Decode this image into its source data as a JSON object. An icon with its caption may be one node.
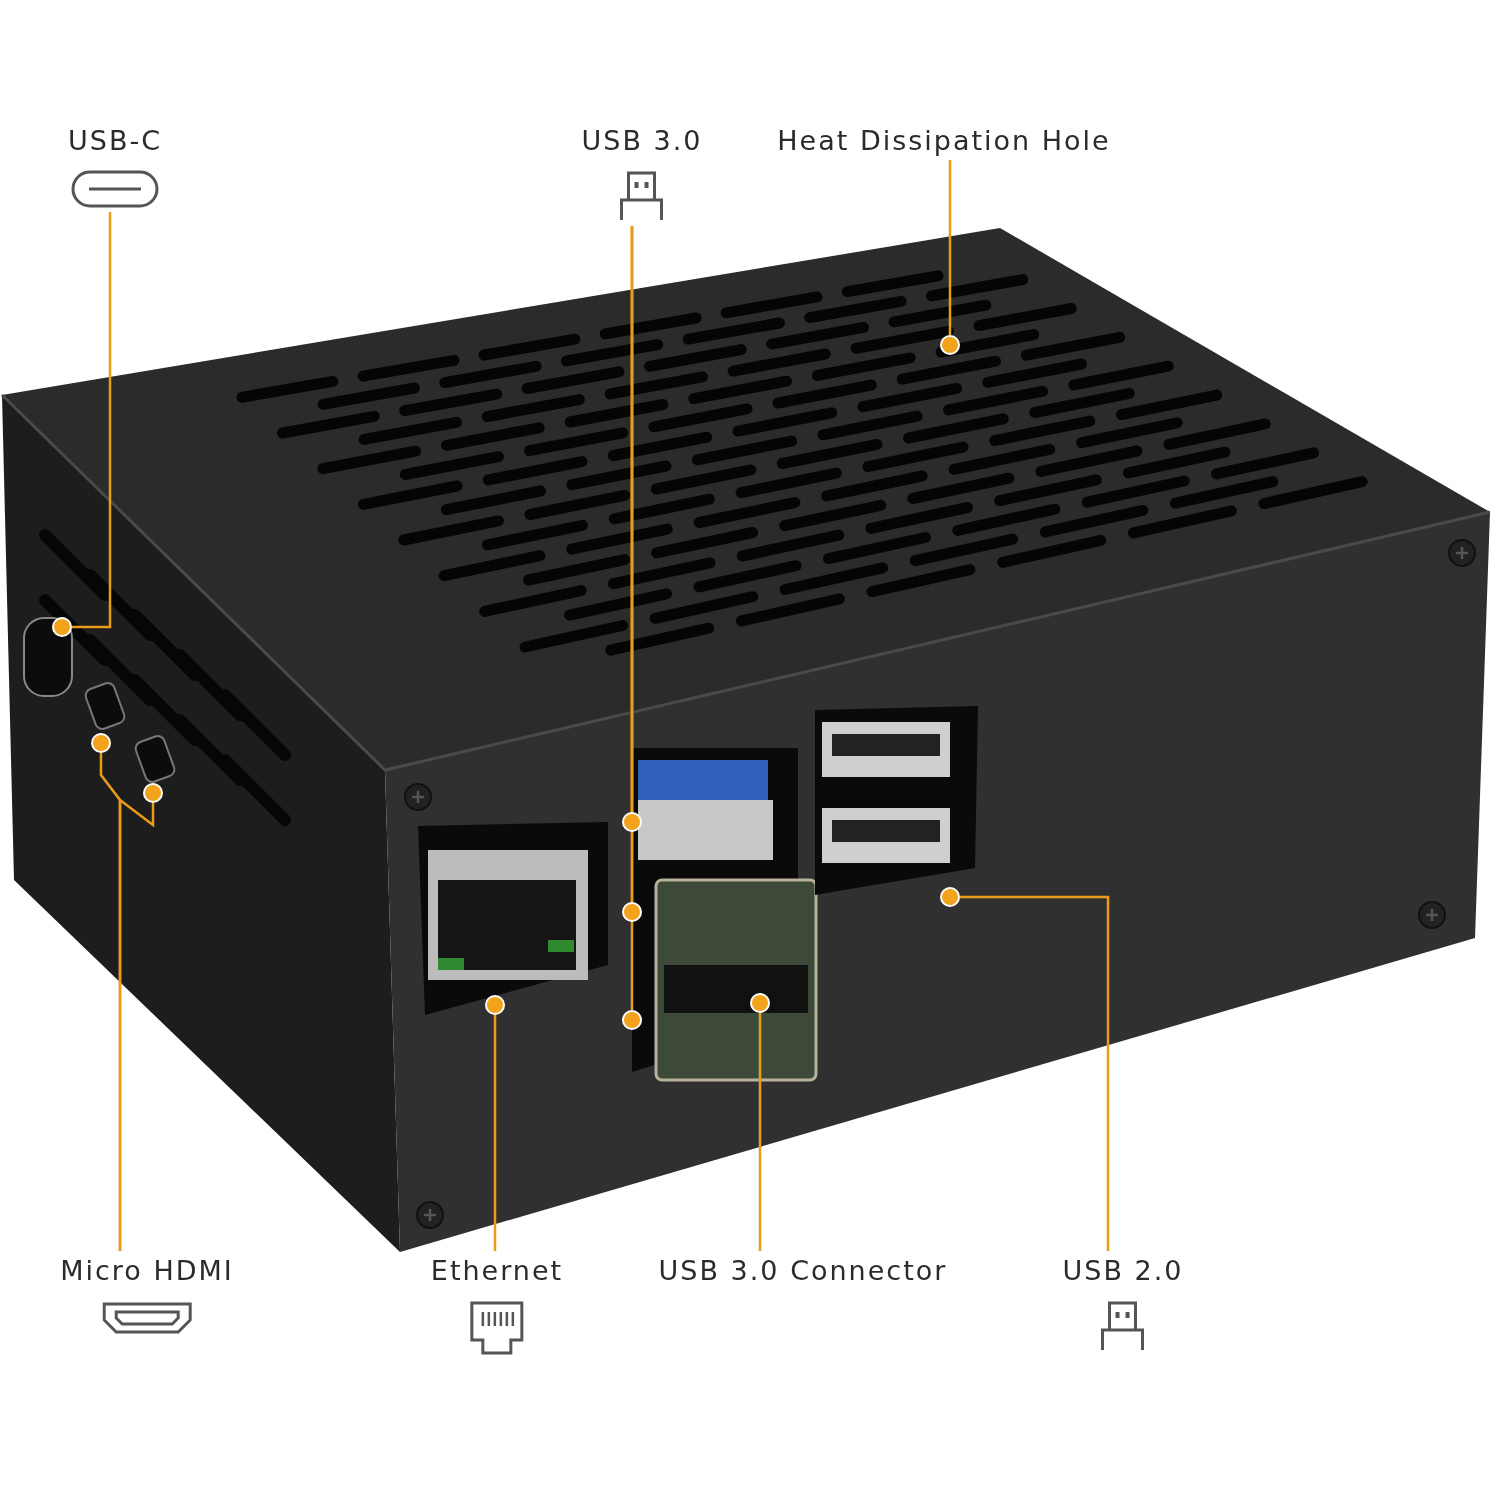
{
  "diagram": {
    "nodes": [
      {
        "text": [
          "USB-C"
        ]
      },
      {
        "text": [
          "USB 3.0"
        ]
      },
      {
        "text": [
          "Heat Dissipation Hole"
        ]
      },
      {
        "text": [
          "Micro HDMI"
        ]
      },
      {
        "text": [
          "Ethernet"
        ]
      },
      {
        "text": [
          "USB 3.0 Connector"
        ]
      },
      {
        "text": [
          "USB 2.0"
        ]
      },
      {
        "text": [],
        "shape": "circle"
      },
      {
        "text": [],
        "shape": "circle"
      },
      {
        "text": [],
        "shape": "circle"
      },
      {
        "text": [],
        "shape": "circle"
      },
      {
        "text": [],
        "shape": "circle"
      },
      {
        "text": [],
        "shape": "circle"
      },
      {
        "text": [],
        "shape": "circle"
      },
      {
        "text": [],
        "shape": "circle"
      },
      {
        "text": [],
        "shape": "circle"
      },
      {
        "text": [],
        "shape": "circle"
      }
    ],
    "edges": [
      {
        "from": 0,
        "to": 7,
        "arrow": "none"
      },
      {
        "from": 1,
        "to": 10,
        "arrow": "none"
      },
      {
        "from": 1,
        "to": 11,
        "arrow": "none"
      },
      {
        "from": 1,
        "to": 12,
        "arrow": "none"
      },
      {
        "from": 2,
        "to": 13,
        "arrow": "none"
      },
      {
        "from": 3,
        "to": 8,
        "arrow": "none"
      },
      {
        "from": 3,
        "to": 9,
        "arrow": "none"
      },
      {
        "from": 4,
        "to": 14,
        "arrow": "none"
      },
      {
        "from": 5,
        "to": 15,
        "arrow": "none"
      },
      {
        "from": 6,
        "to": 16,
        "arrow": "none"
      }
    ]
  }
}
